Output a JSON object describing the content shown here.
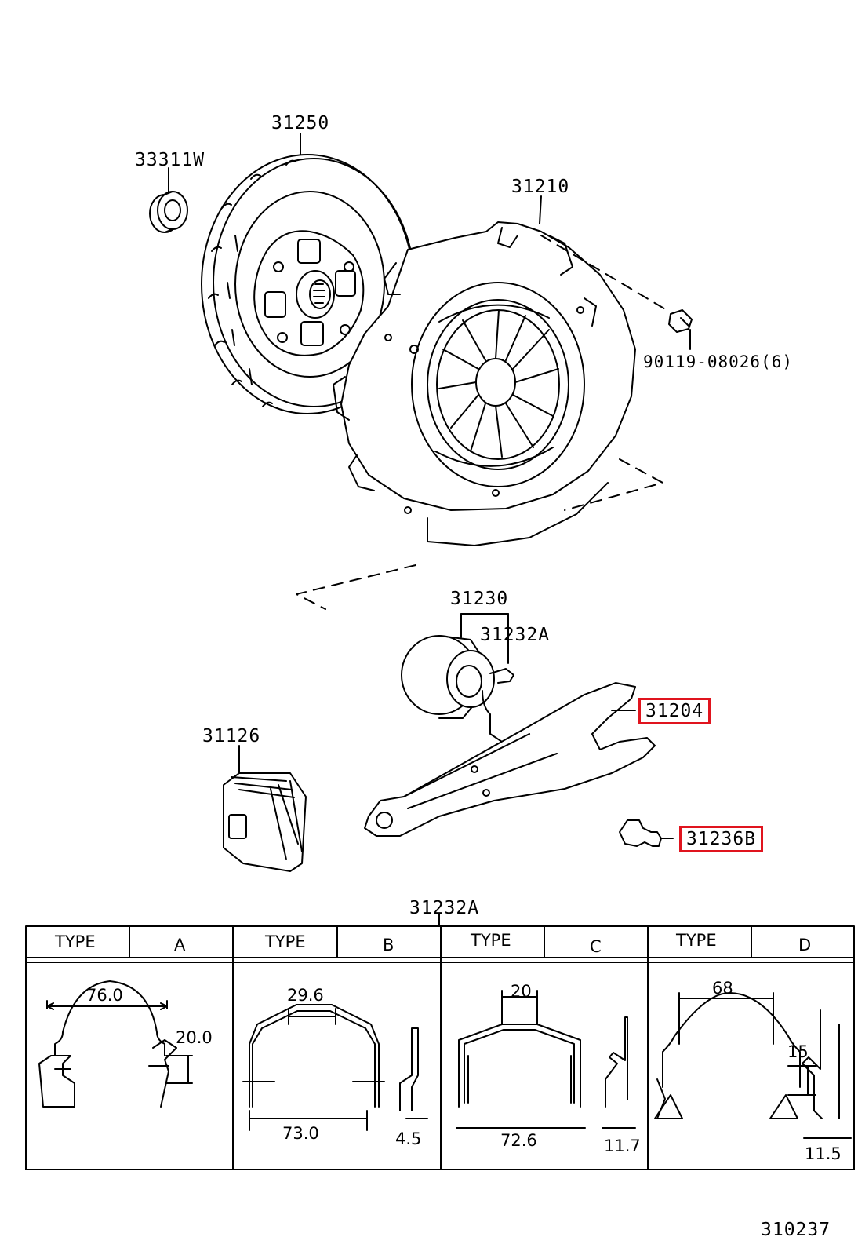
{
  "parts": {
    "p33311w": "33311W",
    "p31250": "31250",
    "p31210": "31210",
    "p90119": "90119-08026(6)",
    "p31230": "31230",
    "p31232a": "31232A",
    "p31204": "31204",
    "p31126": "31126",
    "p31236b": "31236B"
  },
  "highlighted": [
    "31204",
    "31236B"
  ],
  "highlight_color": "#e0141e",
  "table": {
    "title": "31232A",
    "columns": [
      {
        "type_label": "TYPE",
        "type": "A",
        "dims": [
          "76.0",
          "20.0"
        ]
      },
      {
        "type_label": "TYPE",
        "type": "B",
        "dims": [
          "29.6",
          "73.0",
          "4.5"
        ]
      },
      {
        "type_label": "TYPE",
        "type": "C",
        "dims": [
          "20",
          "72.6",
          "11.7"
        ]
      },
      {
        "type_label": "TYPE",
        "type": "D",
        "dims": [
          "68",
          "15",
          "11.5"
        ]
      }
    ]
  },
  "drawing_number": "310237"
}
